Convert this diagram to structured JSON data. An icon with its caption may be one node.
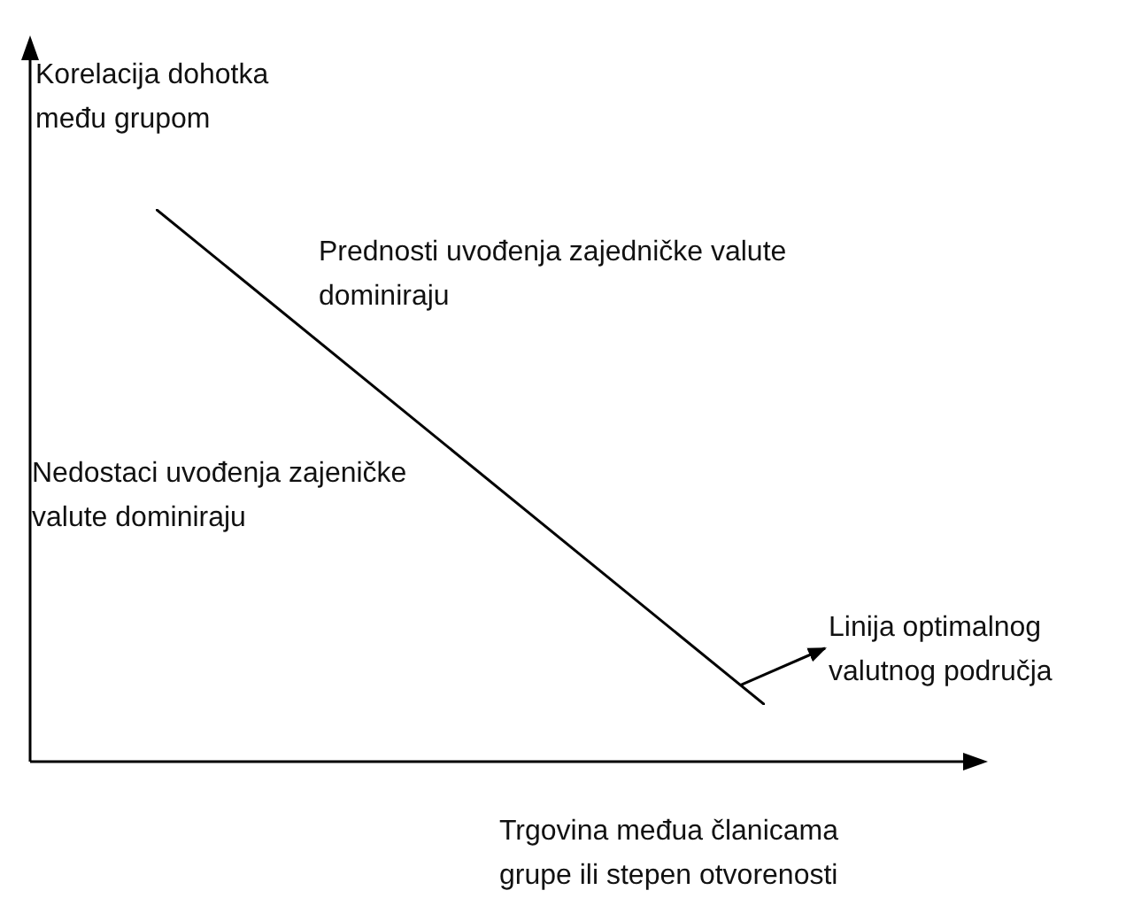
{
  "diagram": {
    "nodes": [
      {
        "text": [
          "Linija optimalnog valutnog područja"
        ]
      },
      {
        "text": [],
        "shape": "line"
      }
    ],
    "edges": [
      {
        "from": 1,
        "to": 0,
        "arrow": "to"
      }
    ],
    "labels": [
      "Korelacija dohotka među grupom",
      "Prednosti uvođenja zajedničke valute dominiraju",
      "Nedostaci uvođenja zajeničke valute dominiraju",
      "Trgovina međua članicama grupe ili stepen otvorenosti"
    ]
  }
}
